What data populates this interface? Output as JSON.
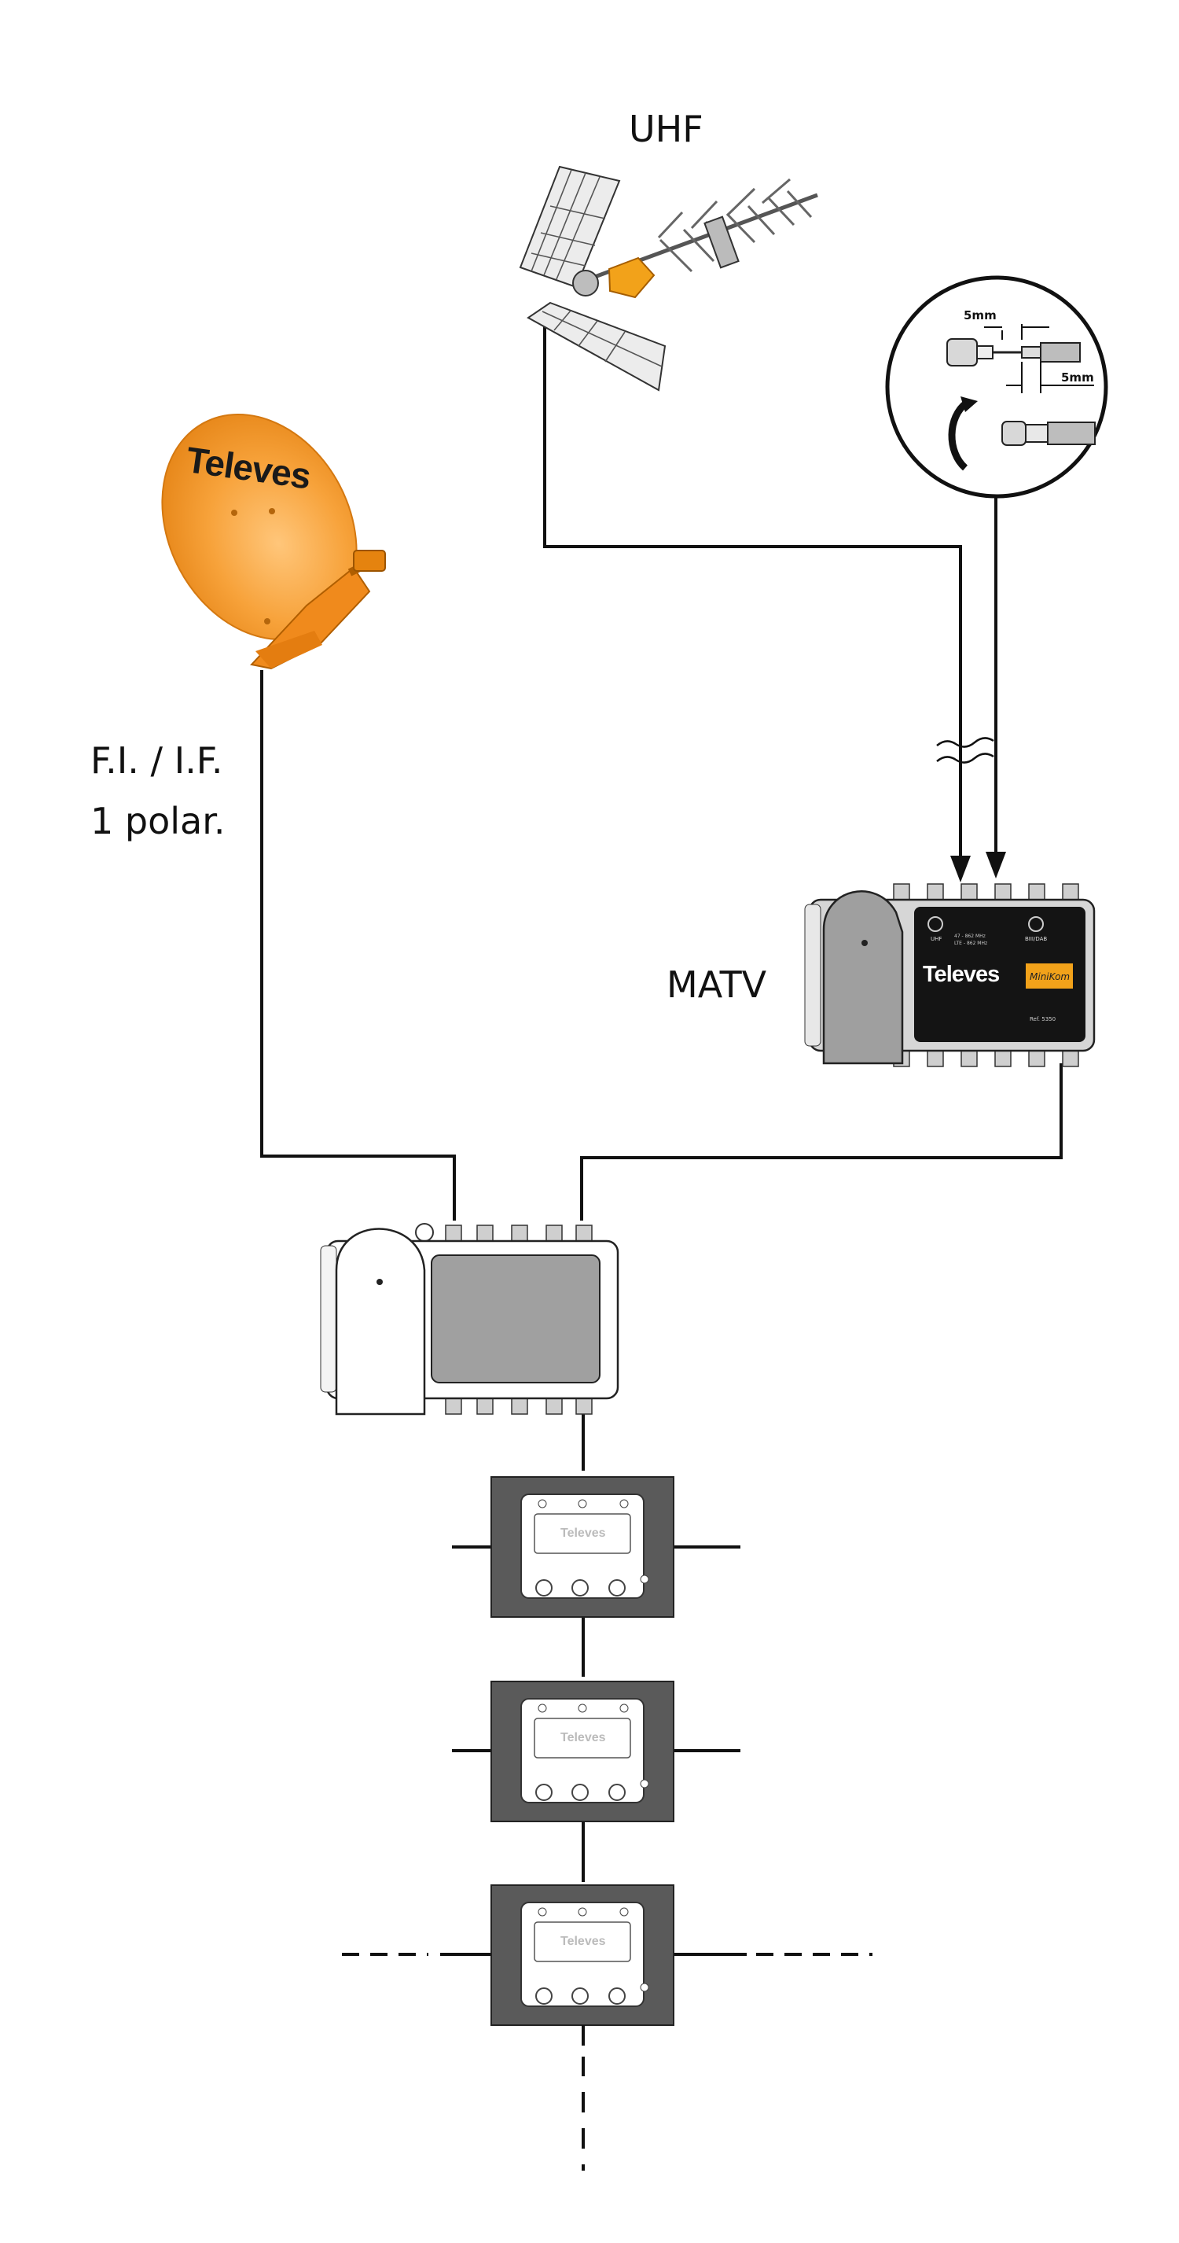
{
  "labels": {
    "uhf": "UHF",
    "fi_line1": "F.I. / I.F.",
    "fi_line2": "1 polar.",
    "matv": "MATV"
  },
  "detail": {
    "measure_top": "5mm",
    "measure_bottom": "5mm"
  },
  "branding": {
    "dish_logo": "Televes",
    "amp_logo": "Televes",
    "amp_product": "MiniKom",
    "outlet_logo": "Televes"
  },
  "amp_panel": {
    "knob_left": "UHF",
    "knob_right": "BIII/DAB",
    "spec_line1": "47 - 862 MHz",
    "spec_line2": "LTE - 862 MHz",
    "ref_code": "Ref. 5350"
  },
  "colors": {
    "dish_orange": "#f39a2b",
    "line": "#111111",
    "device_gray": "#a0a0a0",
    "panel_black": "#141414",
    "outlet_frame": "#5a5a5a",
    "accent_orange": "#f2a21a"
  }
}
